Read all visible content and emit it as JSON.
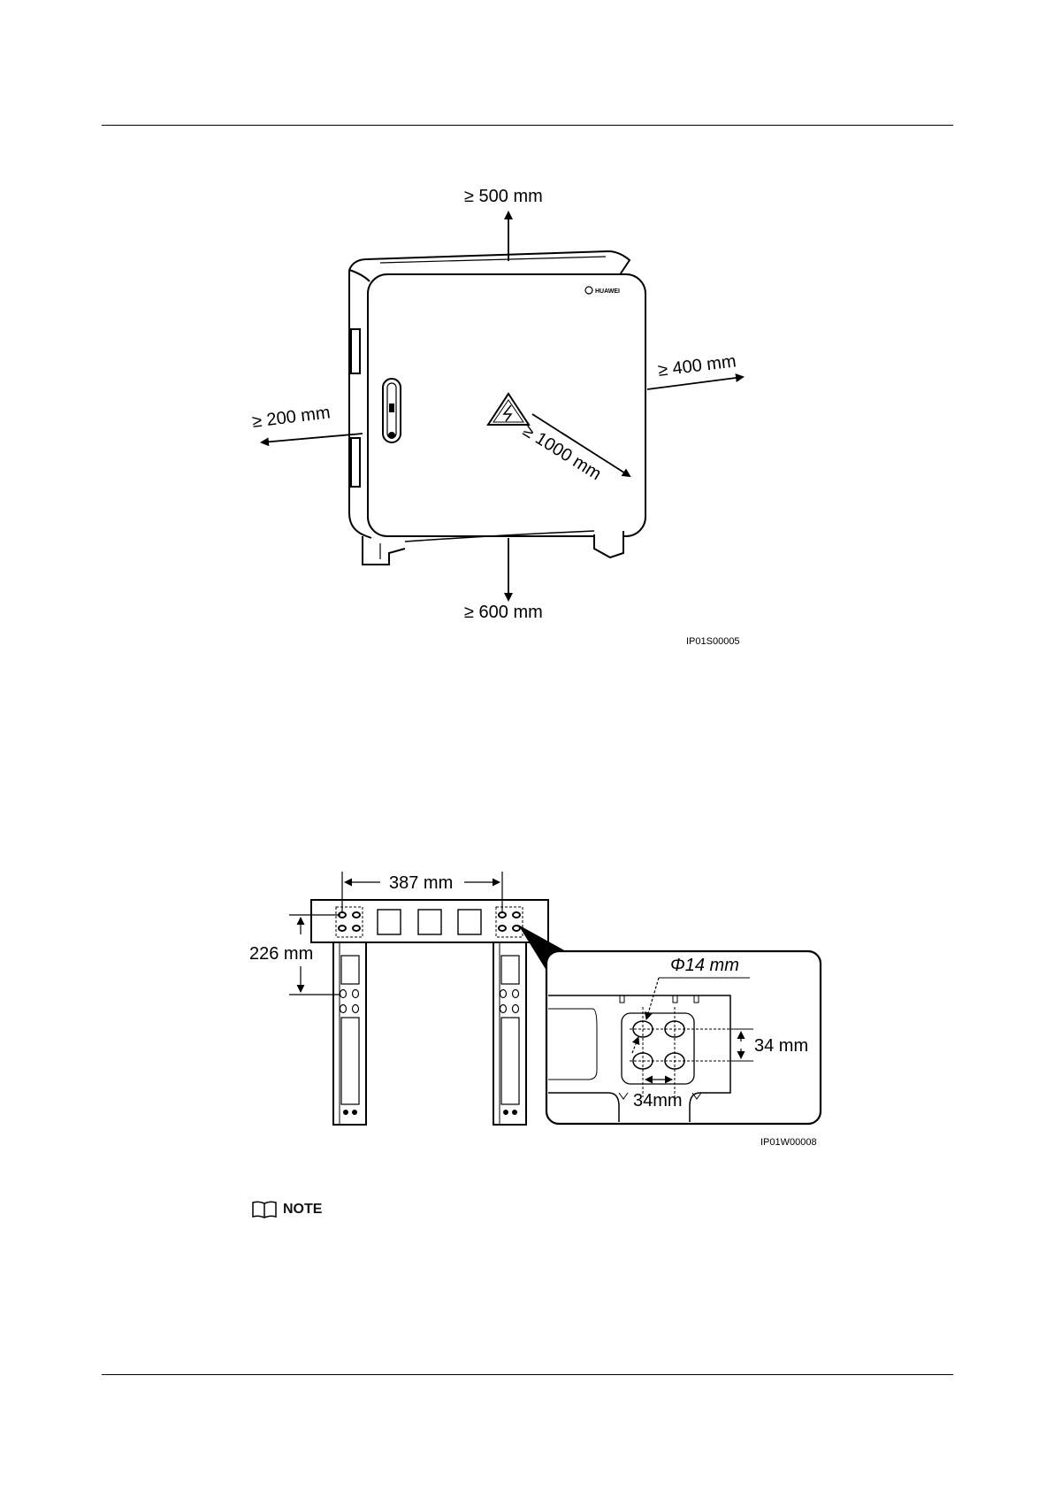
{
  "figure1": {
    "label_top": "≥ 500 mm",
    "label_right": "≥ 400 mm",
    "label_left": "≥ 200 mm",
    "label_front": "≥ 1000 mm",
    "label_bottom": "≥ 600 mm",
    "brand": "HUAWEI",
    "code": "IP01S00005"
  },
  "figure2": {
    "dim_width": "387 mm",
    "dim_height": "226 mm",
    "dim_hole": "Φ14 mm",
    "dim_vertical": "34 mm",
    "dim_horizontal": "34mm",
    "code": "IP01W00008"
  },
  "note": {
    "label": "NOTE",
    "icon": "book-icon"
  }
}
